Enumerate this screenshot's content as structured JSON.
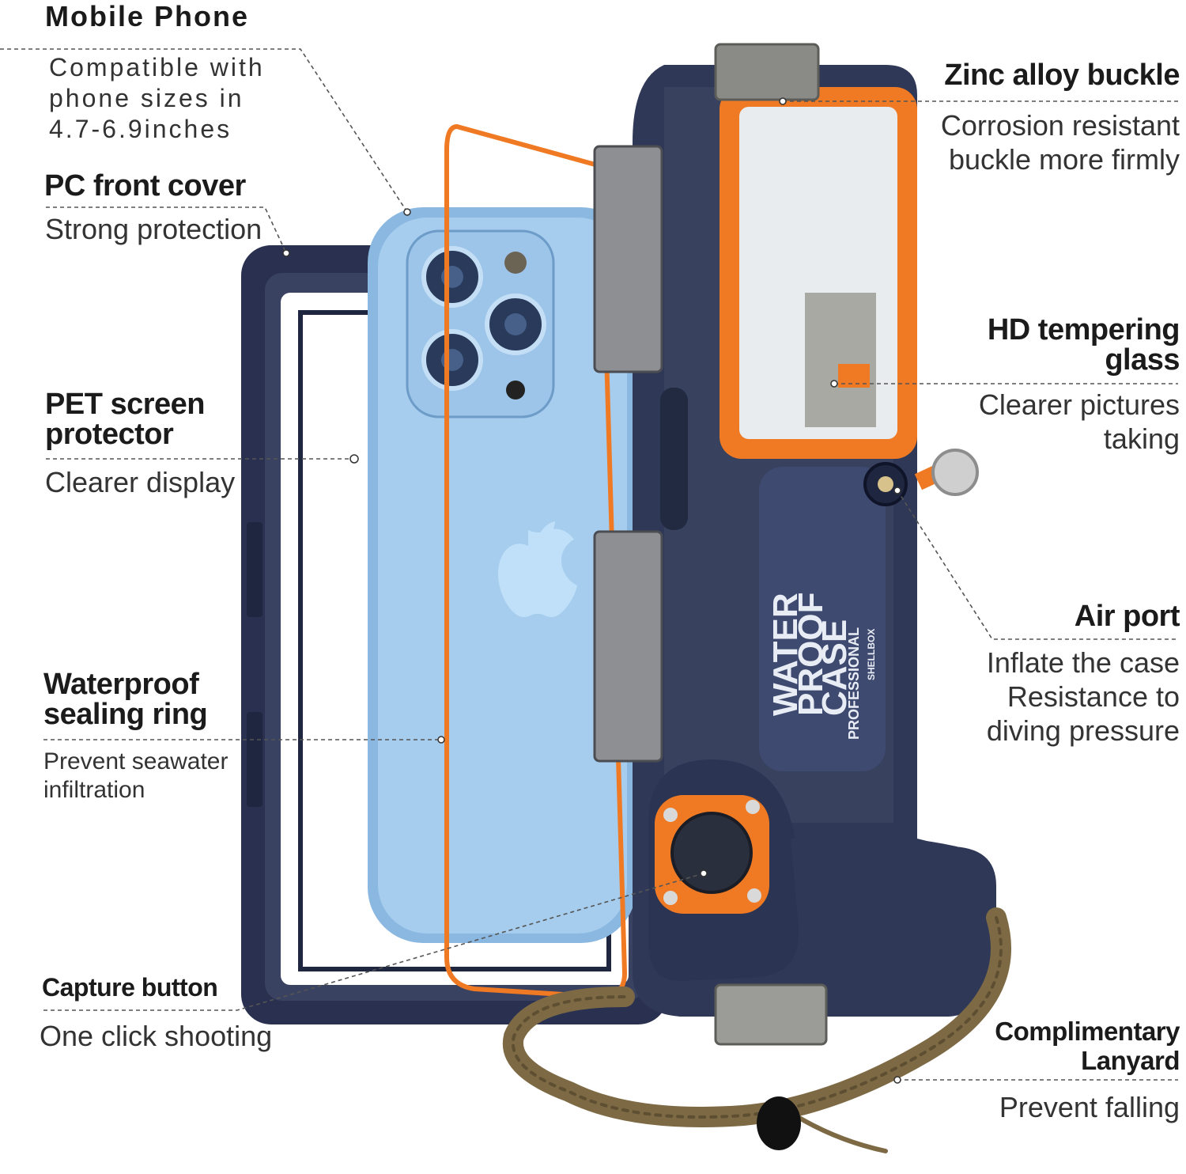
{
  "callouts": {
    "mobile_phone": {
      "title": "Mobile Phone",
      "desc": [
        "Compatible with",
        "phone sizes in",
        "4.7-6.9inches"
      ]
    },
    "pc_front_cover": {
      "title": "PC front cover",
      "desc": "Strong protection"
    },
    "pet_screen_protector": {
      "title": [
        "PET screen",
        "protector"
      ],
      "desc": "Clearer display"
    },
    "waterproof_sealing_ring": {
      "title": [
        "Waterproof",
        "sealing ring"
      ],
      "desc": [
        "Prevent seawater",
        "infiltration"
      ]
    },
    "capture_button": {
      "title": "Capture button",
      "desc": "One click shooting"
    },
    "zinc_alloy_buckle": {
      "title": "Zinc alloy buckle",
      "desc": [
        "Corrosion resistant",
        "buckle more firmly"
      ]
    },
    "hd_tempering_glass": {
      "title": [
        "HD tempering",
        "glass"
      ],
      "desc": [
        "Clearer pictures",
        "taking"
      ]
    },
    "air_port": {
      "title": "Air port",
      "desc": [
        "Inflate the case",
        "Resistance to",
        "diving pressure"
      ]
    },
    "lanyard": {
      "title": [
        "Complimentary",
        "Lanyard"
      ],
      "desc": "Prevent falling"
    }
  },
  "product_print": {
    "line1": "WATER",
    "line2": "PROOF",
    "line3": "CASE",
    "line4": "PROFESSIONAL",
    "brand": "SHELLBOX"
  },
  "colors": {
    "navy": "#2b3450",
    "orange": "#f07a23",
    "phone_blue": "#9cc7ea",
    "lanyard": "#7d6a45"
  }
}
